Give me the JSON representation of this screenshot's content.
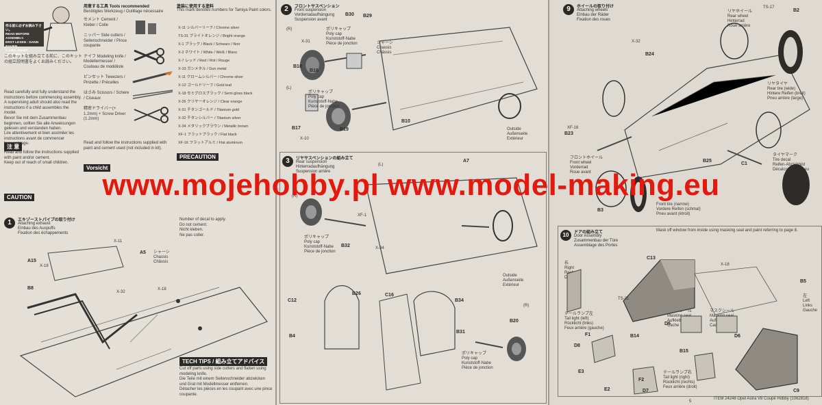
{
  "watermark": "www.mojehobby.pl www.model-making.eu",
  "intro": {
    "read_badge": "作る前に必ずお読み下さい。\nREAD BEFORE ASSEMBLY.\nERST LESEN - DANN BAUEN.\nA LIRE AVANT ASSEMBLAGE.",
    "jp_text": "このキットを組み立てる前に、このキットの組立説明書をよくお読みください。",
    "en_text": "Read carefully and fully understand the instructions before commencing assembly. A supervising adult should also read the instructions if a child assembles the model.",
    "de_text": "Bevor Sie mit dem Zusammenbau beginnen, sollten Sie alle Anweisungen gelesen und verstanden haben.",
    "fr_text": "Lire attentivement et bien assimiler les instructions avant de commencer l'assemblage.",
    "caution_title": "注 意",
    "caution_en": "CAUTION",
    "caution_lines": "Read and follow the instructions supplied with paint and/or cement.\nKeep out of reach of small children."
  },
  "tools": {
    "title": "用意する工具 Tools recommended",
    "subtitle": "Benötigtes Werkzeug / Outillage nécessaire",
    "items": [
      "セメント Cement / Kleber / Colle",
      "ニッパー Side cutters / Seitenschneider / Pince coupante",
      "ナイフ Modeling knife / Modellermesser / Couteau de modéliste",
      "ピンセット Tweezers / Pinzette / Précelles",
      "はさみ Scissors / Schere / Ciseaux",
      "精密ドライバー(+ 1.2mm) + Screw Driver (1.2mm)"
    ],
    "read_note": "Read and follow the instructions supplied with paint and cement used (not included in kit).",
    "precaution_title": "PRECAUTION",
    "vorsicht_title": "Vorsicht"
  },
  "paints": {
    "title": "塗装に使用する塗料",
    "intro": "This mark denotes numbers for Tamiya Paint colors.",
    "rows": [
      "X-11 シルバーリーフ / Chrome silver",
      "TS-31 ブライトオレンジ / Bright orange",
      "X-1 ブラック / Black / Schwarz / Noir",
      "X-2 ホワイト / White / Weiß / Blanc",
      "X-7 レッド / Red / Rot / Rouge",
      "X-10 ガンメタル / Gun metal",
      "X-11 クロームシルバー / Chrome silver",
      "X-12 ゴールドリーフ / Gold leaf",
      "X-18 セミグロスブラック / Semi gloss black",
      "X-26 クリヤーオレンジ / Clear orange",
      "X-31 チタンゴールド / Titanium gold",
      "X-32 チタンシルバー / Titanium silver",
      "X-34 メタリックブラウン / Metallic brown",
      "XF-1 フラットブラック / Flat black",
      "XF-16 フラットアルミ / Flat aluminum"
    ]
  },
  "tech_tips": {
    "title": "TECH TIPS / 組み立てアドバイス",
    "text": "Cut off parts using side cutters and flatten using modeling knife.\nDie Teile mit einem Seitenschneider abzwicken und Grat mit Modellmesser entfernen.\nDétacher les pièces en les coupant avec une pince coupante."
  },
  "decal_note": "Number of decal to apply.\nDo not cement.\nNicht kleben.\nNe pas coller.",
  "steps": {
    "s1": {
      "num": "1",
      "title": "エキゾーストパイプの取り付け",
      "sub": "Attaching exhaust\nEinbau des Auspuffs\nFixation des échappements",
      "chassis": "シャーシ\nChassis\nChâssis"
    },
    "s2": {
      "num": "2",
      "title": "フロントサスペンション",
      "sub": "Front suspension\nVorderradaufhängung\nSuspension avant",
      "chassis": "シャーシ\nChassis\nChâssis"
    },
    "s3": {
      "num": "3",
      "title": "リヤサスペンションの組み立て",
      "sub": "Rear suspension\nHinterradaufhängung\nSuspension arrière"
    },
    "s9": {
      "num": "9",
      "title": "ホイールの取り付け",
      "sub": "Attaching wheels\nEinbau der Räder\nFixation des roues",
      "rear": "リヤホイール\nRear wheel\nHinterrad\nRoue arrière",
      "front": "フロントホイール\nFront wheel\nVorderrad\nRoue avant",
      "tire_rear": "リヤタイヤ\nRear tire (wide)\nHintere Reifen (breit)\nPneu arrière (large)",
      "tire_front": "Front tire (narrow)\nVordere Reifen (schmal)\nPneu avant (étroit)",
      "tire_decal": "タイヤマーク\nTire decal\nReifen-Abziehbild\nDécalcomanie pneu"
    },
    "s10": {
      "num": "10",
      "title": "ドアの組み立て",
      "sub": "Door Assembly\nZusammenbau der Türe\nAssemblage des Portes",
      "right": "右\nRight\nRechts\nDroit",
      "left": "左\nLeft\nLinks\nGauche",
      "mask_note": "Mask off window from inside using masking seal and paint referring to page 8.",
      "seal": "マスクシール\nMasking seal\nAufkleber\nCache",
      "tail_left": "テールランプ左\nTail light (left)\nRücklicht (links)\nFeux arrière (gauche)",
      "tail_right": "テールランプ右\nTail light (right)\nRücklicht (rechts)\nFeux arrière (droit)"
    }
  },
  "poly_cap": "ポリキャップ\nPoly cap\nKunststoff-Nabe\nPièce de jonction",
  "outside": "Outside\nAußenseite\nExtérieur",
  "labels": {
    "R": "(R)",
    "L": "(L)",
    "X18": "X-18",
    "X31": "X-31",
    "X32": "X-32",
    "X11": "X-11",
    "X10": "X-10",
    "X34": "X-34",
    "XF1": "XF-1",
    "XF16": "XF-16",
    "TS31": "TS-31",
    "TS17": "TS-17"
  },
  "parts": {
    "s1": [
      "A15",
      "B8",
      "A5"
    ],
    "s2": [
      "B30",
      "B29",
      "B18",
      "B16",
      "B17",
      "B19",
      "B10"
    ],
    "s3": [
      "A7",
      "B32",
      "B26",
      "C16",
      "C12",
      "B4",
      "B34",
      "B31",
      "B20"
    ],
    "s9": [
      "B2",
      "B24",
      "B23",
      "B25",
      "B3",
      "C1"
    ],
    "s10": [
      "C13",
      "B5",
      "C9",
      "D6",
      "F1",
      "B14",
      "D8",
      "D5",
      "B15",
      "E3",
      "F2",
      "E2",
      "D7"
    ]
  },
  "footer": {
    "item": "ITEM 24248  Opel Astra V8 Coupé Hobby (1062818)",
    "page": "5"
  }
}
